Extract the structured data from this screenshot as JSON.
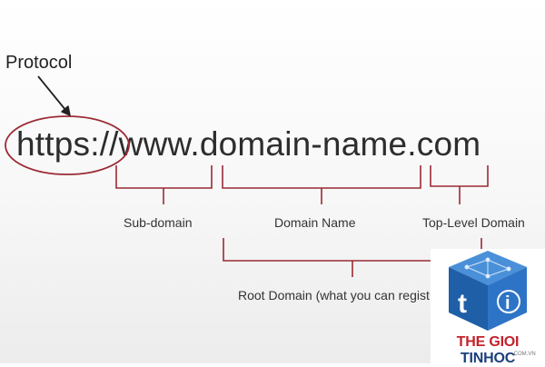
{
  "labels": {
    "protocol": "Protocol",
    "url": "https://www.domain-name.com",
    "sub_domain": "Sub-domain",
    "domain_name": "Domain Name",
    "top_level_domain": "Top-Level Domain",
    "root_domain": "Root Domain (what you can regist"
  },
  "logo": {
    "word1": "THE GIOI",
    "word2": "TINHOC",
    "suffix": ".COM.VN",
    "icon_letters": [
      "t",
      "i"
    ]
  },
  "colors": {
    "annotation": "#9b2a35",
    "text": "#333333",
    "logo_red": "#c4212b",
    "logo_blue": "#1b3f7a",
    "cube_blue": "#2e74c6"
  }
}
